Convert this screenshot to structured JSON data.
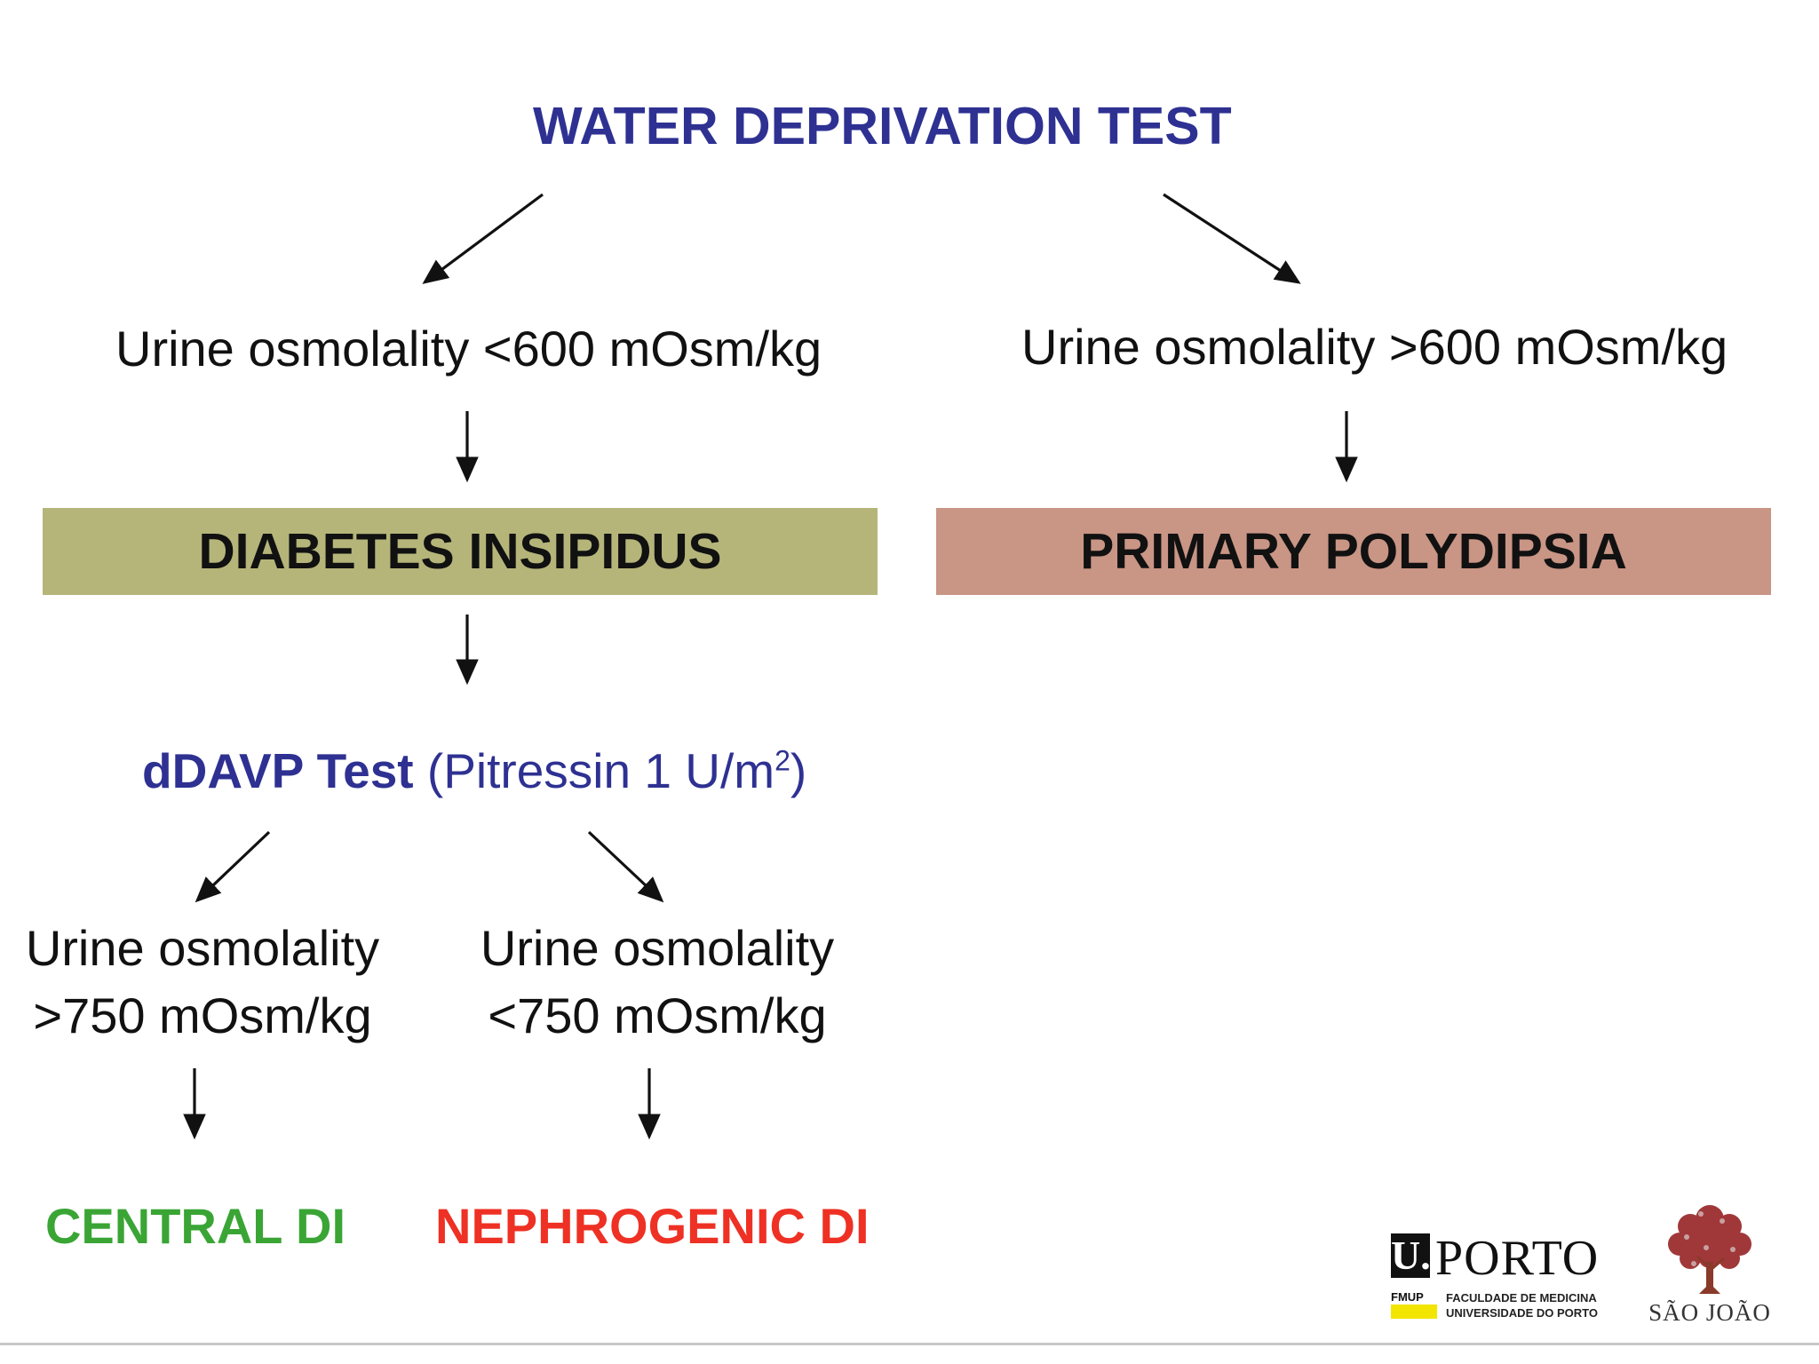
{
  "title": "WATER DEPRIVATION TEST",
  "branch_left": {
    "condition": "Urine osmolality <600 mOsm/kg",
    "diagnosis": "DIABETES INSIPIDUS"
  },
  "branch_right": {
    "condition": "Urine osmolality >600 mOsm/kg",
    "diagnosis": "PRIMARY POLYDIPSIA"
  },
  "ddavp": {
    "name": "dDAVP Test",
    "dose": "(Pitressin 1 U/m",
    "dose_sup": "2",
    "dose_close": ")"
  },
  "sub_left": {
    "line1": "Urine osmolality",
    "line2": ">750 mOsm/kg",
    "result": "CENTRAL DI"
  },
  "sub_right": {
    "line1": "Urine osmolality",
    "line2": "<750 mOsm/kg",
    "result": "NEPHROGENIC DI"
  },
  "logos": {
    "uporto_letter": "U.",
    "uporto_word": "PORTO",
    "fmup_abbr": "FMUP",
    "fmup_line1": "FACULDADE DE MEDICINA",
    "fmup_line2": "UNIVERSIDADE DO PORTO",
    "saojoao": "SÃO JOÃO"
  },
  "colors": {
    "title": "#2e3192",
    "di_box": "#b5b57a",
    "pp_box": "#c99585",
    "central": "#3aa535",
    "nephrogenic": "#ee3124"
  }
}
